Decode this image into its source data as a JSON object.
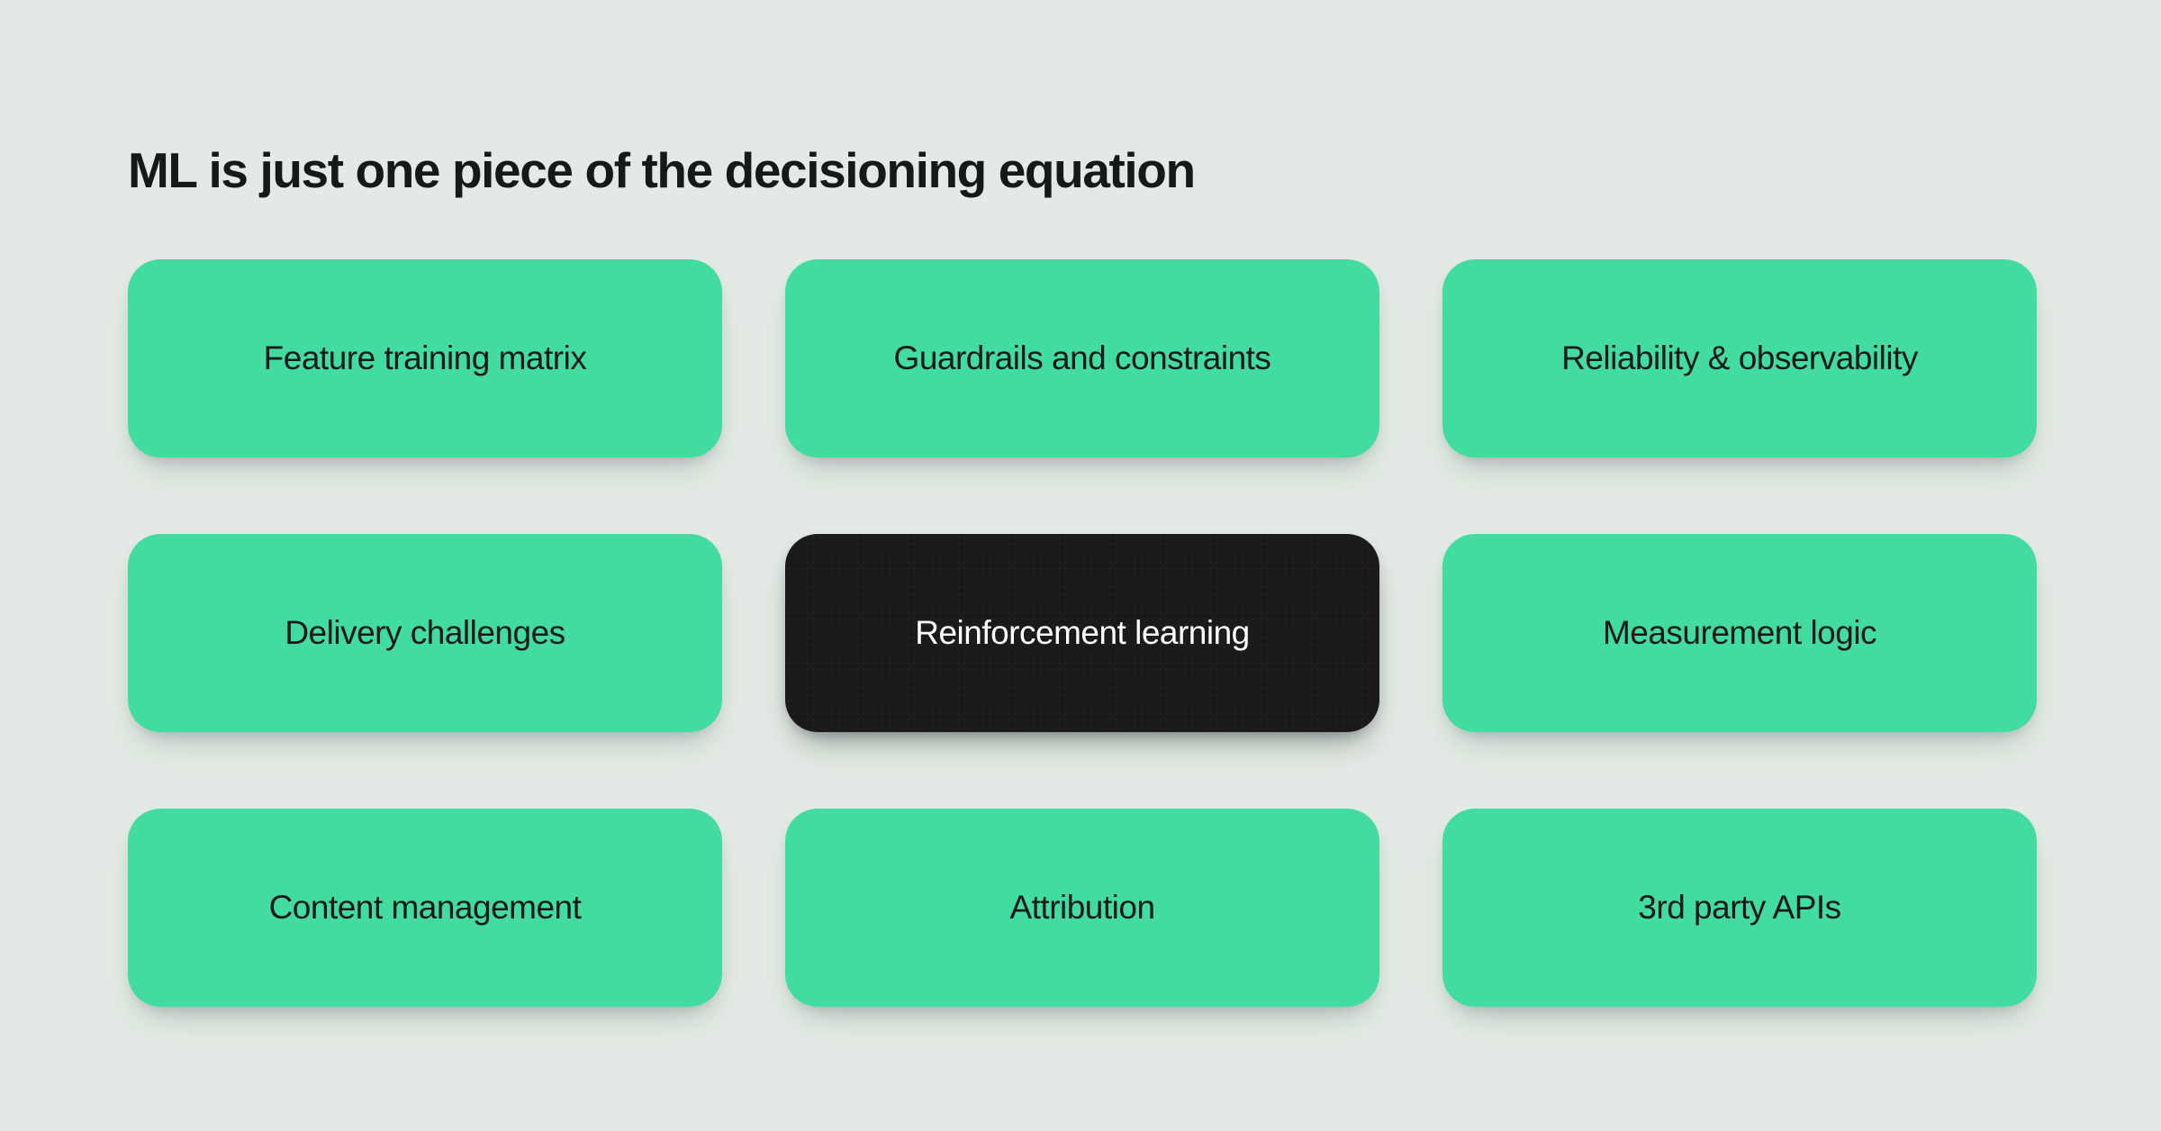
{
  "slide": {
    "title": "ML is just one piece of the decisioning equation",
    "background_color": "#e3eae5"
  },
  "theme": {
    "accent_color": "#43dca0",
    "highlight_color": "#1a1a1a",
    "text_color": "#15191b",
    "highlight_text_color": "#ffffff"
  },
  "grid": {
    "columns": 3,
    "rows": 3,
    "cards": [
      {
        "label": "Feature training matrix",
        "variant": "green",
        "row": 1,
        "col": 1
      },
      {
        "label": "Guardrails and constraints",
        "variant": "green",
        "row": 1,
        "col": 2
      },
      {
        "label": "Reliability & observability",
        "variant": "green",
        "row": 1,
        "col": 3
      },
      {
        "label": "Delivery challenges",
        "variant": "green",
        "row": 2,
        "col": 1
      },
      {
        "label": "Reinforcement learning",
        "variant": "dark",
        "row": 2,
        "col": 2
      },
      {
        "label": "Measurement logic",
        "variant": "green",
        "row": 2,
        "col": 3
      },
      {
        "label": "Content management",
        "variant": "green",
        "row": 3,
        "col": 1
      },
      {
        "label": "Attribution",
        "variant": "green",
        "row": 3,
        "col": 2
      },
      {
        "label": "3rd party APIs",
        "variant": "green",
        "row": 3,
        "col": 3
      }
    ]
  }
}
